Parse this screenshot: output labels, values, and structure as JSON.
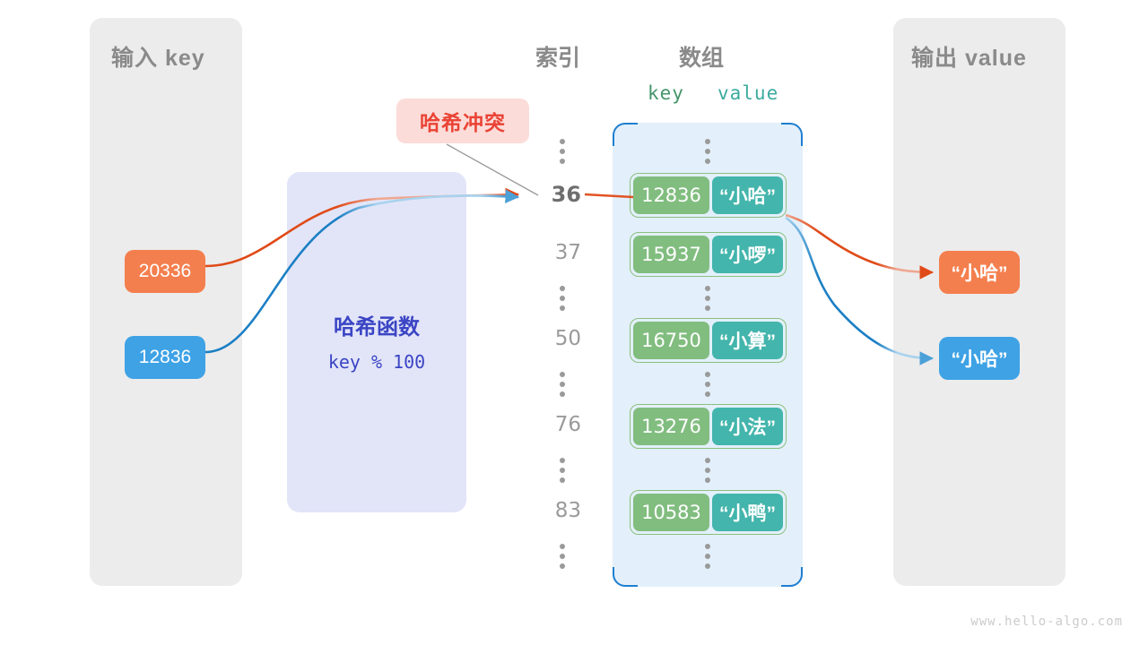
{
  "panels": {
    "input": {
      "title": "输入 key"
    },
    "output": {
      "title": "输出 value"
    }
  },
  "columns": {
    "index_title": "索引",
    "array_title": "数组",
    "key_header": "key",
    "value_header": "value"
  },
  "hash_function": {
    "name": "哈希函数",
    "expression": "key % 100"
  },
  "collision": {
    "label": "哈希冲突"
  },
  "inputs": [
    {
      "key": "20336",
      "color": "#f47f4e"
    },
    {
      "key": "12836",
      "color": "#3ea2e5"
    }
  ],
  "outputs": [
    {
      "value": "“小哈”",
      "color": "#f47f4e"
    },
    {
      "value": "“小哈”",
      "color": "#3ea2e5"
    }
  ],
  "table": {
    "rows": [
      {
        "index": "",
        "kind": "ellipsis"
      },
      {
        "index": "36",
        "key": "12836",
        "value": "“小哈”",
        "kind": "entry",
        "highlight": true
      },
      {
        "index": "37",
        "key": "15937",
        "value": "“小啰”",
        "kind": "entry",
        "highlight": false
      },
      {
        "index": "",
        "kind": "ellipsis"
      },
      {
        "index": "50",
        "key": "16750",
        "value": "“小算”",
        "kind": "entry",
        "highlight": false
      },
      {
        "index": "",
        "kind": "ellipsis"
      },
      {
        "index": "76",
        "key": "13276",
        "value": "“小法”",
        "kind": "entry",
        "highlight": false
      },
      {
        "index": "",
        "kind": "ellipsis"
      },
      {
        "index": "83",
        "key": "10583",
        "value": "“小鸭”",
        "kind": "entry",
        "highlight": false
      },
      {
        "index": "",
        "kind": "ellipsis"
      }
    ]
  },
  "colors": {
    "panel_bg": "#ececec",
    "array_bg": "#e3f0fb",
    "array_border": "#1f7fd0",
    "key_cell": "#81bd7f",
    "value_cell": "#43b5ac",
    "hash_box": "#e2e5f8",
    "hash_text": "#3b45c4",
    "collision_bg": "#fbdcd8",
    "collision_text": "#ea4335",
    "wire_orange": "#e04a18",
    "wire_blue": "#1b7fc4"
  },
  "watermark": "www.hello-algo.com"
}
